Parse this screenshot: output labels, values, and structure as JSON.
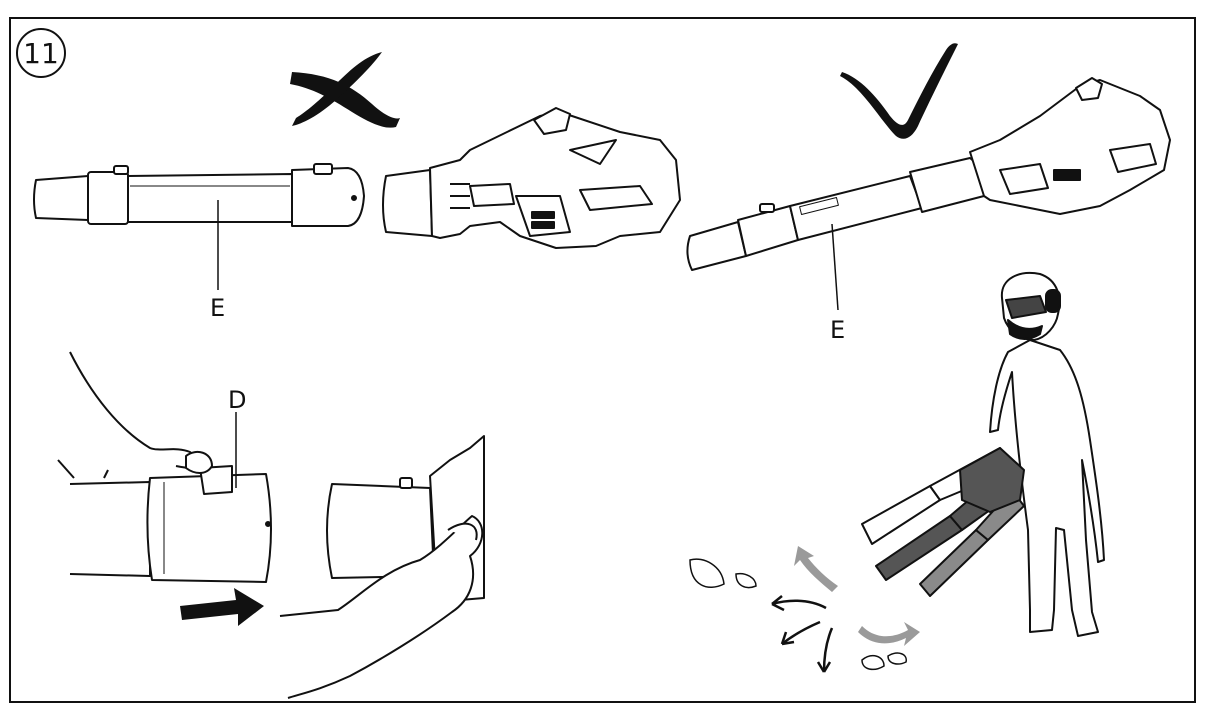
{
  "figure": {
    "step_number": "11",
    "labels": {
      "tube_wrong": "E",
      "tube_right": "E",
      "latch": "D"
    },
    "icons": {
      "wrong": "cross-mark-icon",
      "right": "check-mark-icon"
    },
    "colors": {
      "line": "#111111",
      "fill": "#ffffff",
      "dark_blower": "#555555",
      "mid_blower": "#8a8a8a",
      "light_blower": "#ffffff",
      "gray_arrow": "#9a9a9a"
    }
  }
}
